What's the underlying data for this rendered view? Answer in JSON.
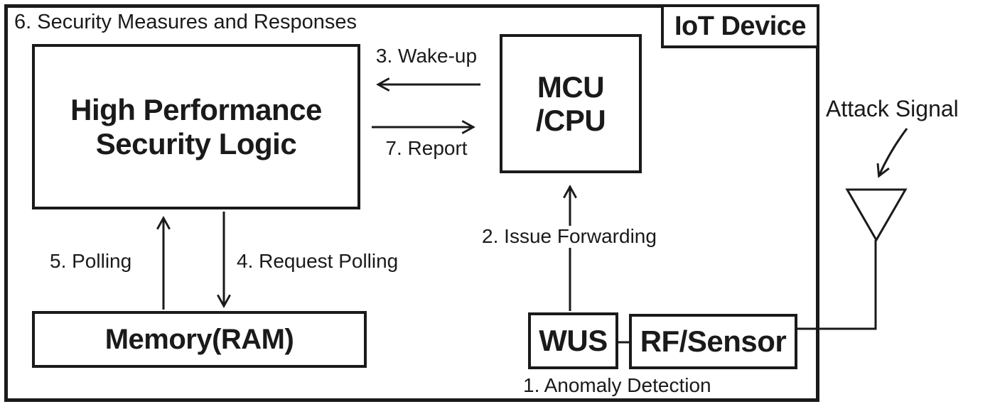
{
  "diagram": {
    "device_label": "IoT Device",
    "region_label": "6. Security Measures and Responses",
    "attack_signal_label": "Attack Signal",
    "boxes": {
      "hpsl": {
        "line1": "High Performance",
        "line2": "Security Logic"
      },
      "mcu": {
        "line1": "MCU",
        "line2": "/CPU"
      },
      "memory": {
        "label": "Memory(RAM)"
      },
      "wus": {
        "label": "WUS"
      },
      "rf_sensor": {
        "label": "RF/Sensor"
      }
    },
    "flow_labels": {
      "anomaly_detection": "1. Anomaly Detection",
      "issue_forwarding": "2. Issue Forwarding",
      "wake_up": "3. Wake-up",
      "request_polling": "4. Request Polling",
      "polling": "5. Polling",
      "security_measures": "6. Security Measures and Responses",
      "report": "7. Report"
    },
    "colors": {
      "line": "#1a1a1a",
      "background": "#ffffff"
    }
  }
}
